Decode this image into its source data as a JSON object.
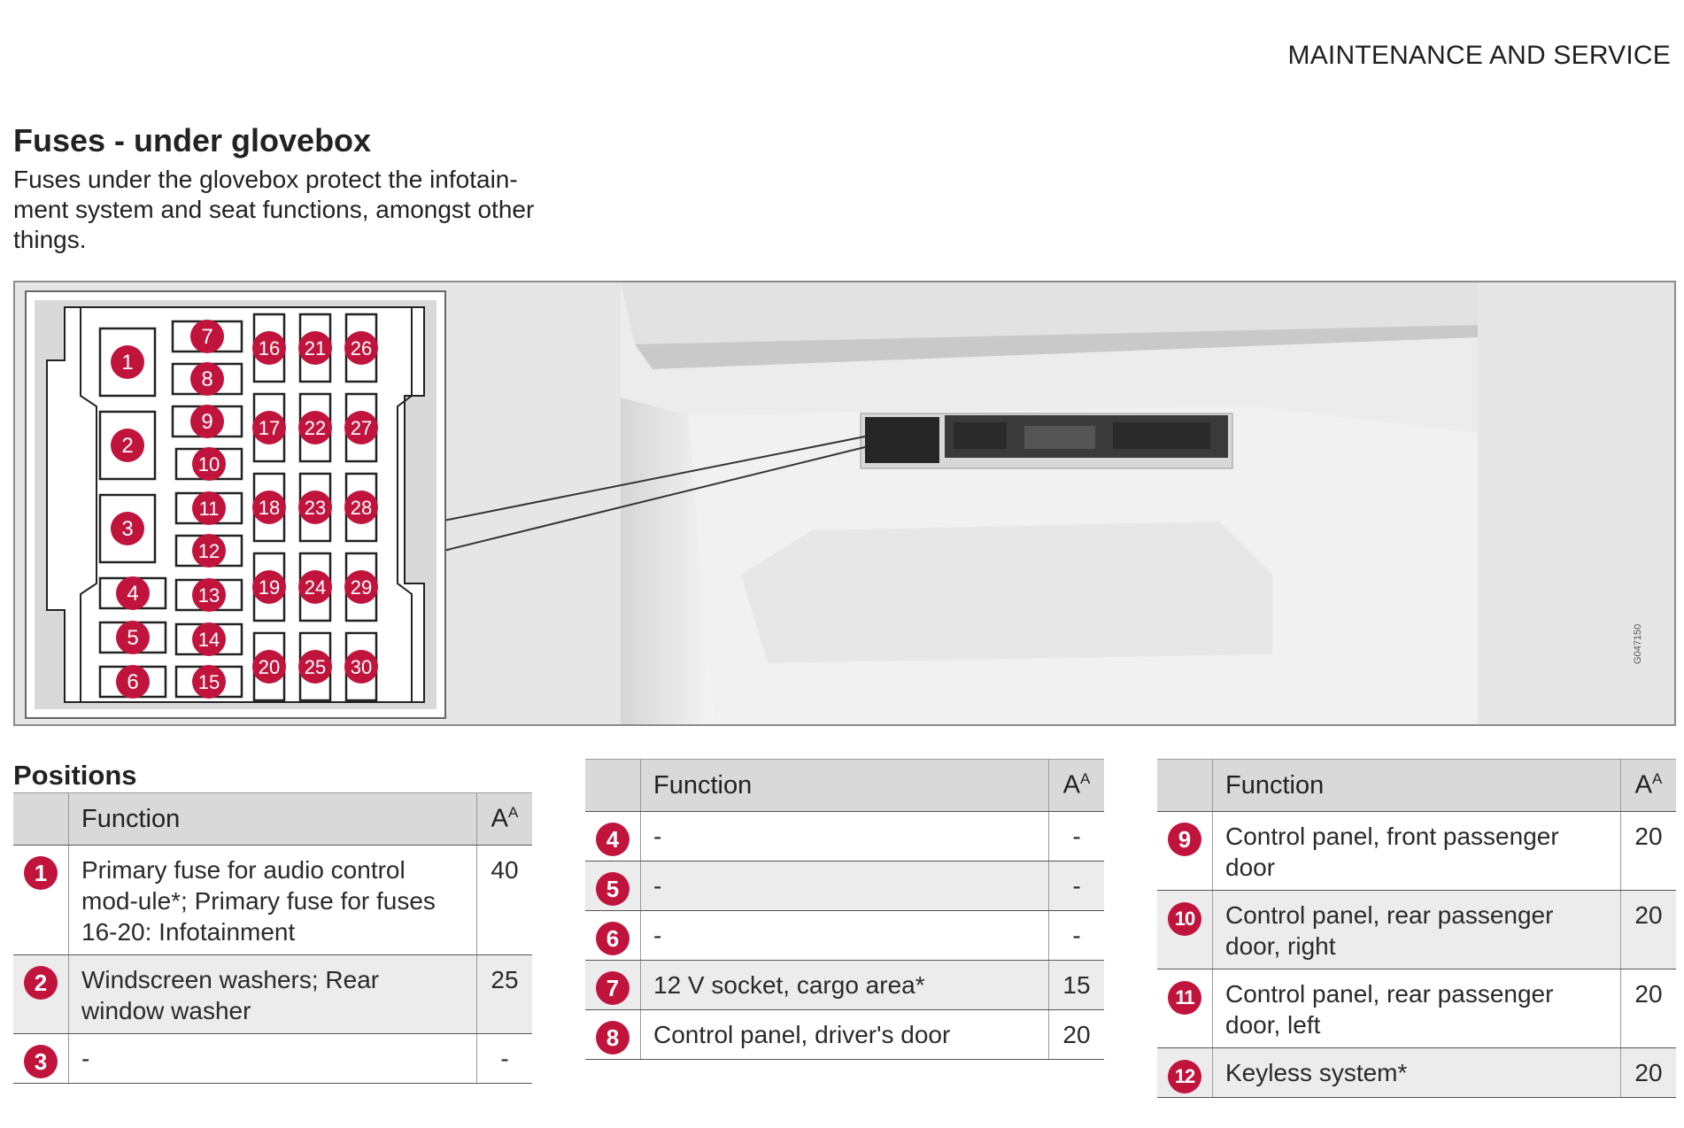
{
  "header": {
    "section": "MAINTENANCE AND SERVICE"
  },
  "page": {
    "title": "Fuses - under glovebox",
    "intro": "Fuses under the glovebox protect the infotain-ment system and seat functions, amongst other things."
  },
  "figure": {
    "code": "G047150",
    "fuse_labels": [
      "1",
      "2",
      "3",
      "4",
      "5",
      "6",
      "7",
      "8",
      "9",
      "10",
      "11",
      "12",
      "13",
      "14",
      "15",
      "16",
      "17",
      "18",
      "19",
      "20",
      "21",
      "22",
      "23",
      "24",
      "25",
      "26",
      "27",
      "28",
      "29",
      "30"
    ],
    "badge_color": "#c0143c"
  },
  "positions": {
    "title": "Positions",
    "col_function": "Function",
    "col_amp": "A",
    "col_amp_sup": "A"
  },
  "tables": [
    {
      "rows": [
        {
          "num": "1",
          "function": "Primary fuse for audio control mod-ule*; Primary fuse for fuses 16-20: Infotainment",
          "amp": "40"
        },
        {
          "num": "2",
          "function": "Windscreen washers; Rear window washer",
          "amp": "25"
        },
        {
          "num": "3",
          "function": "-",
          "amp": "-"
        }
      ]
    },
    {
      "rows": [
        {
          "num": "4",
          "function": "-",
          "amp": "-"
        },
        {
          "num": "5",
          "function": "-",
          "amp": "-"
        },
        {
          "num": "6",
          "function": "-",
          "amp": "-"
        },
        {
          "num": "7",
          "function": "12 V socket, cargo area*",
          "amp": "15"
        },
        {
          "num": "8",
          "function": "Control panel, driver's door",
          "amp": "20"
        }
      ]
    },
    {
      "rows": [
        {
          "num": "9",
          "function": "Control panel, front passenger door",
          "amp": "20"
        },
        {
          "num": "10",
          "function": "Control panel, rear passenger door, right",
          "amp": "20"
        },
        {
          "num": "11",
          "function": "Control panel, rear passenger door, left",
          "amp": "20"
        },
        {
          "num": "12",
          "function": "Keyless system*",
          "amp": "20"
        }
      ]
    }
  ]
}
